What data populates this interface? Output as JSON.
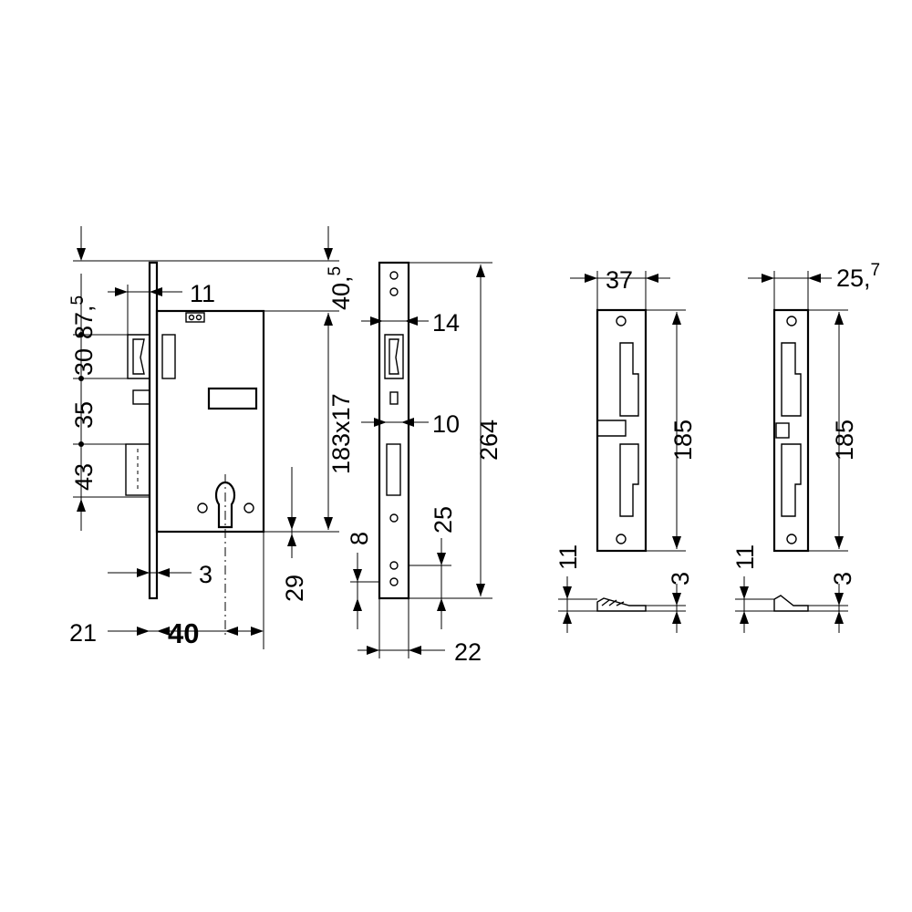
{
  "dimensions": {
    "d87_5": "87,",
    "d87_5_sup": "5",
    "d30": "30",
    "d35": "35",
    "d43": "43",
    "d11": "11",
    "d40_5": "40,",
    "d40_5_sup": "5",
    "d183x17": "183x17",
    "d29": "29",
    "d3_face": "3",
    "d21": "21",
    "d40": "40",
    "d14": "14",
    "d10": "10",
    "d264": "264",
    "d25": "25",
    "d8": "8",
    "d22": "22",
    "d37": "37",
    "d185_a": "185",
    "d11_a": "11",
    "d3_a": "3",
    "d25_7": "25,",
    "d25_7_sup": "7",
    "d185_b": "185",
    "d11_b": "11",
    "d3_b": "3"
  }
}
